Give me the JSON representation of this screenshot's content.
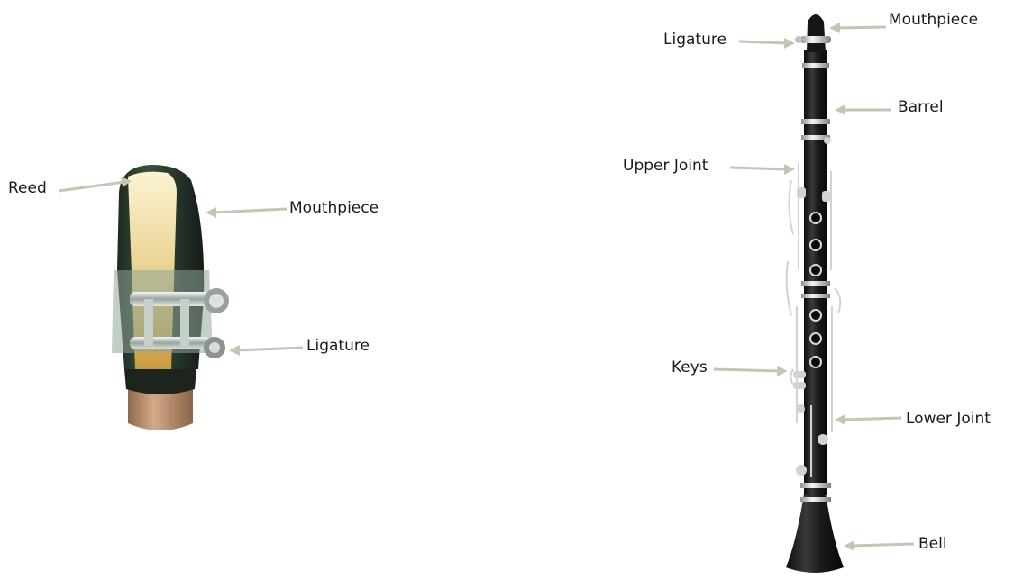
{
  "colors": {
    "background": "#ffffff",
    "arrow": "#c8c4b4",
    "label_text": "#1a1a1a",
    "clarinet_body": "#1e1e1e",
    "silver_metal": "#c9ccd0",
    "mouthpiece_green": "#2b3a2c",
    "reed": "#ecd9a0",
    "cork": "#c49870"
  },
  "mouthpiece_detail": {
    "labels": {
      "reed": "Reed",
      "mouthpiece": "Mouthpiece",
      "ligature": "Ligature"
    }
  },
  "clarinet": {
    "labels": {
      "mouthpiece": "Mouthpiece",
      "ligature": "Ligature",
      "barrel": "Barrel",
      "upper_joint": "Upper Joint",
      "keys": "Keys",
      "lower_joint": "Lower Joint",
      "bell": "Bell"
    }
  }
}
